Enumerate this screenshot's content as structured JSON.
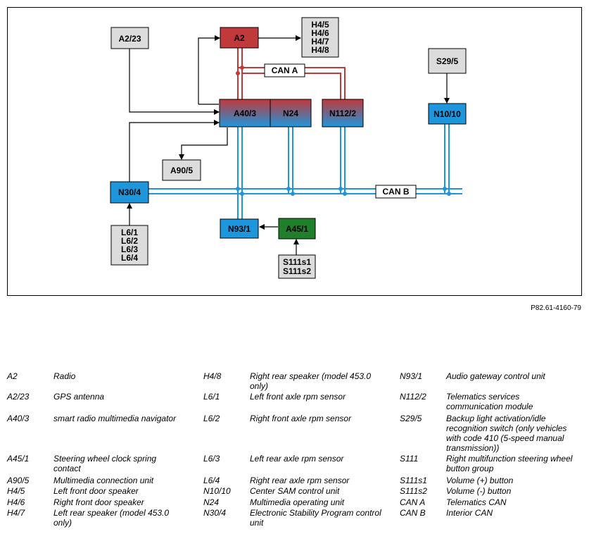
{
  "components": {
    "A2": "A2",
    "A2_23": "A2/23",
    "A40_3": "A40/3",
    "N24": "N24",
    "N112_2": "N112/2",
    "H4": [
      "H4/5",
      "H4/6",
      "H4/7",
      "H4/8"
    ],
    "S29_5": "S29/5",
    "N10_10": "N10/10",
    "A90_5": "A90/5",
    "N30_4": "N30/4",
    "N93_1": "N93/1",
    "A45_1": "A45/1",
    "L6": [
      "L6/1",
      "L6/2",
      "L6/3",
      "L6/4"
    ],
    "S111": [
      "S111s1",
      "S111s2"
    ]
  },
  "buses": {
    "can_a": "CAN A",
    "can_b": "CAN B"
  },
  "colors": {
    "red": "#c0393b",
    "blue": "#1e96dc",
    "green": "#1f7f2a",
    "gray": "#dcdcdc",
    "bus_red": "#c0393b",
    "bus_blue": "#1e96dc"
  },
  "reference": "P82.61-4160-79",
  "legend": [
    [
      {
        "code": "A2",
        "desc": "Radio"
      },
      {
        "code": "A2/23",
        "desc": "GPS antenna"
      },
      {
        "code": "A40/3",
        "desc": "smart radio multimedia navigator"
      },
      {
        "code": "A45/1",
        "desc": "Steering wheel clock spring contact"
      },
      {
        "code": "A90/5",
        "desc": "Multimedia connection unit"
      },
      {
        "code": "H4/5",
        "desc": "Left front door speaker"
      },
      {
        "code": "H4/6",
        "desc": "Right front door speaker"
      },
      {
        "code": "H4/7",
        "desc": "Left rear speaker (model 453.0 only)"
      }
    ],
    [
      {
        "code": "H4/8",
        "desc": "Right rear speaker (model 453.0 only)"
      },
      {
        "code": "L6/1",
        "desc": "Left front axle rpm sensor"
      },
      {
        "code": "L6/2",
        "desc": "Right front axle rpm sensor"
      },
      {
        "code": "L6/3",
        "desc": "Left rear axle rpm sensor"
      },
      {
        "code": "L6/4",
        "desc": "Right rear axle rpm sensor"
      },
      {
        "code": "N10/10",
        "desc": "Center SAM control unit"
      },
      {
        "code": "N24",
        "desc": "Multimedia operating unit"
      },
      {
        "code": "N30/4",
        "desc": "Electronic Stability Program control unit"
      }
    ],
    [
      {
        "code": "N93/1",
        "desc": "Audio gateway control unit"
      },
      {
        "code": "N112/2",
        "desc": "Telematics services communication module"
      },
      {
        "code": "S29/5",
        "desc": "Backup light activation/idle recognition switch (only vehicles with code 410 (5-speed manual transmission))"
      },
      {
        "code": "S111",
        "desc": "Right multifunction steering wheel button group"
      },
      {
        "code": "S111s1",
        "desc": "Volume (+) button"
      },
      {
        "code": "S111s2",
        "desc": "Volume (-) button"
      },
      {
        "code": "CAN A",
        "desc": "Telematics CAN"
      },
      {
        "code": "CAN B",
        "desc": "Interior CAN"
      }
    ]
  ]
}
